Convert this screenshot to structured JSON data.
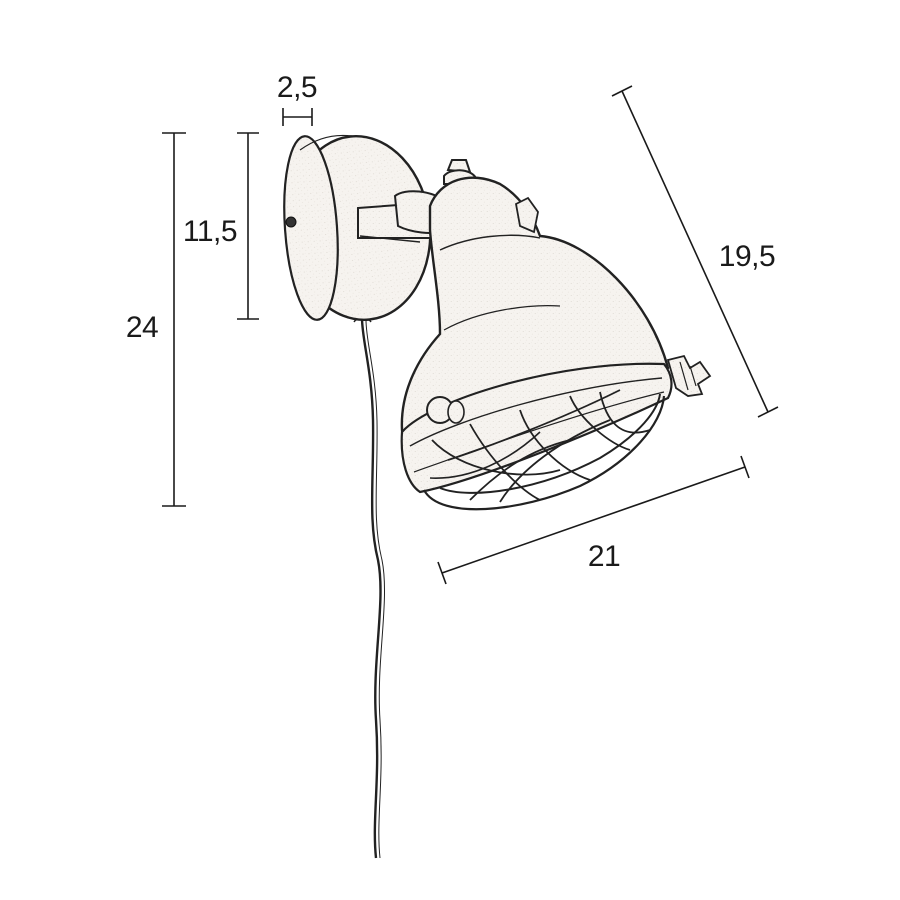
{
  "dimensions": {
    "mount_depth": "2,5",
    "mount_height": "11,5",
    "total_height": "24",
    "shade_length": "19,5",
    "total_width": "21"
  },
  "illustration": {
    "subject": "lamp-line-drawing",
    "ink_color": "#222222",
    "fill_color": "#f6f3ef"
  }
}
